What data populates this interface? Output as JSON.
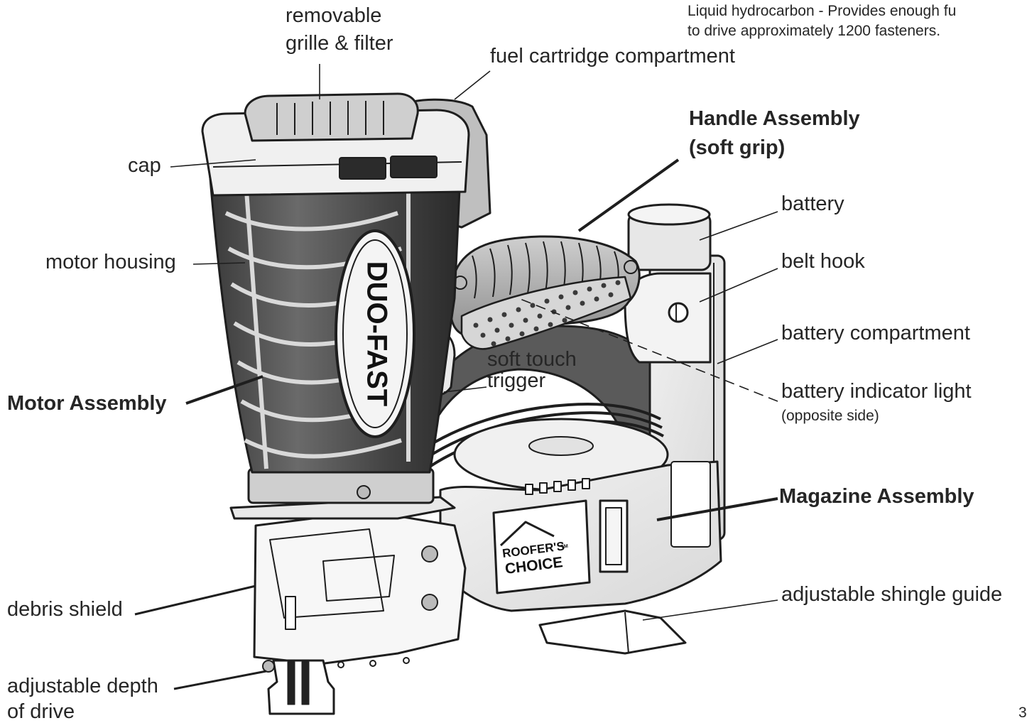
{
  "note": {
    "line1": "Liquid hydrocarbon - Provides enough fu",
    "line2": "to drive approximately 1200 fasteners."
  },
  "labels": {
    "removable_grille_1": "removable",
    "removable_grille_2": "grille & filter",
    "fuel_cartridge": "fuel cartridge compartment",
    "cap": "cap",
    "motor_housing": "motor housing",
    "motor_assembly": "Motor Assembly",
    "handle_assembly_1": "Handle Assembly",
    "handle_assembly_2": "(soft grip)",
    "battery": "battery",
    "belt_hook": "belt hook",
    "battery_compartment": "battery compartment",
    "battery_indicator": "battery indicator light",
    "opposite_side": "(opposite side)",
    "soft_touch_1": "soft touch",
    "soft_touch_2": "trigger",
    "magazine_assembly": "Magazine Assembly",
    "shingle_guide": "adjustable shingle guide",
    "debris_shield": "debris shield",
    "depth_1": "adjustable depth",
    "depth_2": "of drive"
  },
  "logos": {
    "duofast": "DUO-FAST",
    "roofers_1": "ROOFER'S",
    "roofers_tm": "TM",
    "roofers_2": "CHOICE"
  },
  "page_number": "3"
}
